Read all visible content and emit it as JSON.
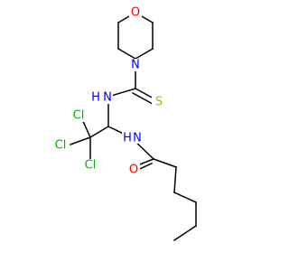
{
  "atom_labels": {
    "o_ring": "O",
    "n_ring": "N",
    "s_thione": "S",
    "nh_upper": "N",
    "h_upper": "H",
    "nh_lower": "N",
    "h_lower": "H",
    "o_carbonyl": "O",
    "cl_1": "Cl",
    "cl_2": "Cl",
    "cl_3": "Cl"
  },
  "colors": {
    "carbon_bond": "#000000",
    "oxygen": "#ff0000",
    "nitrogen": "#0000ff",
    "sulfur": "#b2b200",
    "chlorine": "#00b200"
  }
}
